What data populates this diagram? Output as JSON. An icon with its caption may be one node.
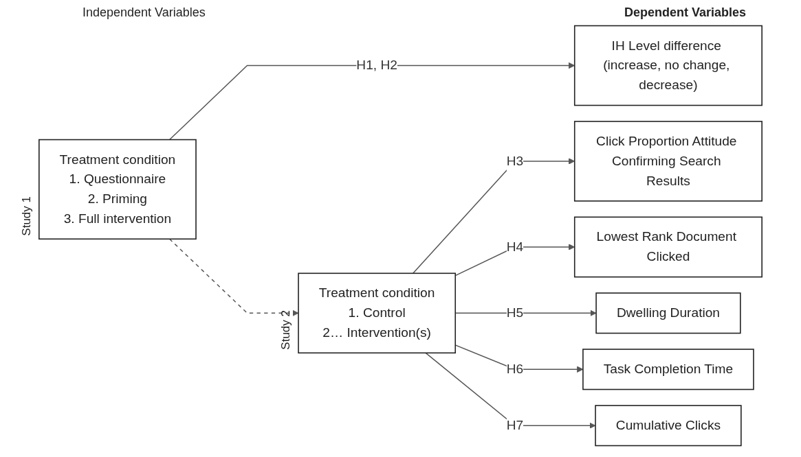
{
  "diagram": {
    "nodes": [
      {
        "text": [
          "Treatment condition",
          "1. Questionnaire",
          "2. Priming",
          "3. Full intervention"
        ],
        "beside": [
          "Study 1"
        ]
      },
      {
        "text": [
          "Treatment condition",
          "1. Control",
          "2… Intervention(s)"
        ],
        "beside": [
          "Study 2"
        ]
      },
      {
        "text": [
          "IH Level difference (increase, no change, decrease)"
        ]
      },
      {
        "text": [
          "Click Proportion Attitude Confirming Search Results"
        ]
      },
      {
        "text": [
          "Lowest Rank Document Clicked"
        ]
      },
      {
        "text": [
          "Dwelling Duration"
        ]
      },
      {
        "text": [
          "Task Completion Time"
        ]
      },
      {
        "text": [
          "Cumulative Clicks"
        ]
      }
    ],
    "edges": [
      {
        "from": 0,
        "to": 2,
        "arrow": "to",
        "label": "H1, H2"
      },
      {
        "from": 0,
        "to": 1,
        "arrow": "to",
        "style": "dashed"
      },
      {
        "from": 1,
        "to": 3,
        "arrow": "to",
        "label": "H3"
      },
      {
        "from": 1,
        "to": 4,
        "arrow": "to",
        "label": "H4"
      },
      {
        "from": 1,
        "to": 5,
        "arrow": "to",
        "label": "H5"
      },
      {
        "from": 1,
        "to": 6,
        "arrow": "to",
        "label": "H6"
      },
      {
        "from": 1,
        "to": 7,
        "arrow": "to",
        "label": "H7"
      }
    ],
    "labels": [
      "Independent Variables",
      "Dependent Variables"
    ]
  }
}
